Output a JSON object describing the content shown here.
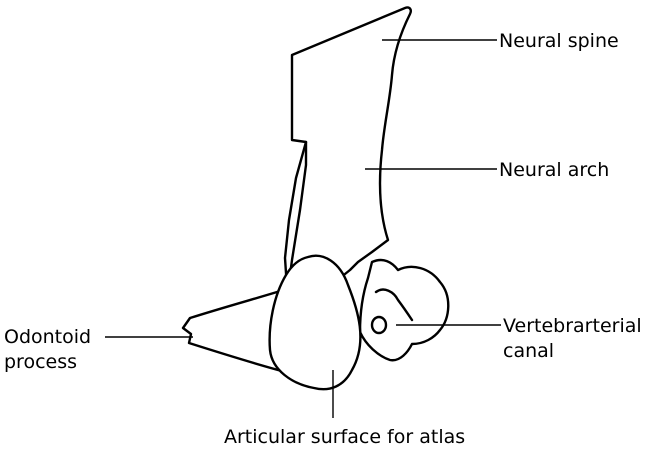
{
  "labels": {
    "neural_spine": "Neural spine",
    "neural_arch": "Neural arch",
    "odontoid_line1": "Odontoid",
    "odontoid_line2": "process",
    "vertebrarterial_line1": "Vertebrarterial",
    "vertebrarterial_line2": "canal",
    "articular_surface": "Articular surface for atlas"
  }
}
